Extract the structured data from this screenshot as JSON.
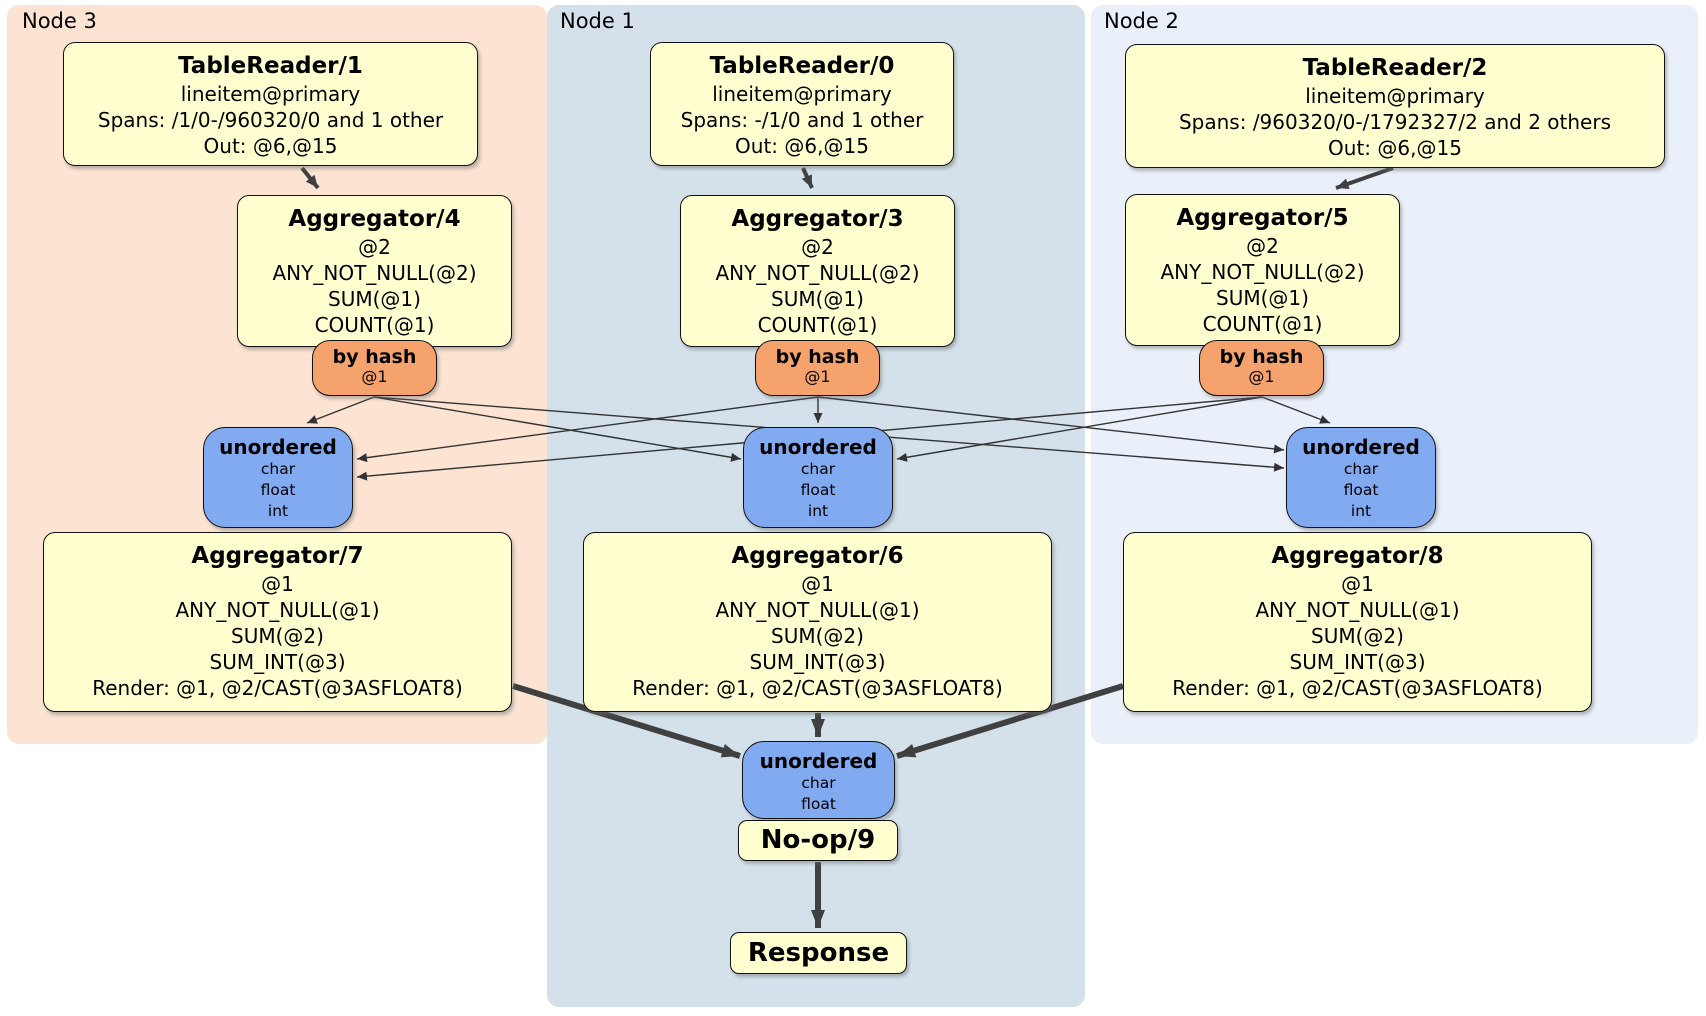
{
  "diagram_type": "distributed SQL plan",
  "colors": {
    "node3_bg": "#fce3d2",
    "node1_bg": "#d4e1eb",
    "node2_bg": "#eaf0fa",
    "processor_fill": "#ffffd0",
    "router_fill": "#f5a26c",
    "sync_fill": "#82aaf0",
    "edge": "#404040"
  },
  "columns": [
    {
      "node_label": "Node 3",
      "table_reader": {
        "title": "TableReader/1",
        "lines": [
          "lineitem@primary",
          "Spans: /1/0-/960320/0 and 1 other",
          "Out: @6,@15"
        ]
      },
      "aggregator_top": {
        "title": "Aggregator/4",
        "lines": [
          "@2",
          "ANY_NOT_NULL(@2)",
          "SUM(@1)",
          "COUNT(@1)"
        ]
      },
      "router": {
        "title": "by hash",
        "key": "@1"
      },
      "sync": {
        "title": "unordered",
        "streams": [
          "char",
          "float",
          "int"
        ]
      },
      "aggregator_final": {
        "title": "Aggregator/7",
        "lines": [
          "@1",
          "ANY_NOT_NULL(@1)",
          "SUM(@2)",
          "SUM_INT(@3)",
          "Render: @1, @2/CAST(@3ASFLOAT8)"
        ]
      }
    },
    {
      "node_label": "Node 1",
      "table_reader": {
        "title": "TableReader/0",
        "lines": [
          "lineitem@primary",
          "Spans: -/1/0 and 1 other",
          "Out: @6,@15"
        ]
      },
      "aggregator_top": {
        "title": "Aggregator/3",
        "lines": [
          "@2",
          "ANY_NOT_NULL(@2)",
          "SUM(@1)",
          "COUNT(@1)"
        ]
      },
      "router": {
        "title": "by hash",
        "key": "@1"
      },
      "sync": {
        "title": "unordered",
        "streams": [
          "char",
          "float",
          "int"
        ]
      },
      "aggregator_final": {
        "title": "Aggregator/6",
        "lines": [
          "@1",
          "ANY_NOT_NULL(@1)",
          "SUM(@2)",
          "SUM_INT(@3)",
          "Render: @1, @2/CAST(@3ASFLOAT8)"
        ]
      }
    },
    {
      "node_label": "Node 2",
      "table_reader": {
        "title": "TableReader/2",
        "lines": [
          "lineitem@primary",
          "Spans: /960320/0-/1792327/2 and 2 others",
          "Out: @6,@15"
        ]
      },
      "aggregator_top": {
        "title": "Aggregator/5",
        "lines": [
          "@2",
          "ANY_NOT_NULL(@2)",
          "SUM(@1)",
          "COUNT(@1)"
        ]
      },
      "router": {
        "title": "by hash",
        "key": "@1"
      },
      "sync": {
        "title": "unordered",
        "streams": [
          "char",
          "float",
          "int"
        ]
      },
      "aggregator_final": {
        "title": "Aggregator/8",
        "lines": [
          "@1",
          "ANY_NOT_NULL(@1)",
          "SUM(@2)",
          "SUM_INT(@3)",
          "Render: @1, @2/CAST(@3ASFLOAT8)"
        ]
      }
    }
  ],
  "output_stage": {
    "sync": {
      "title": "unordered",
      "streams": [
        "char",
        "float"
      ]
    },
    "noop_label": "No-op/9",
    "response_label": "Response"
  }
}
